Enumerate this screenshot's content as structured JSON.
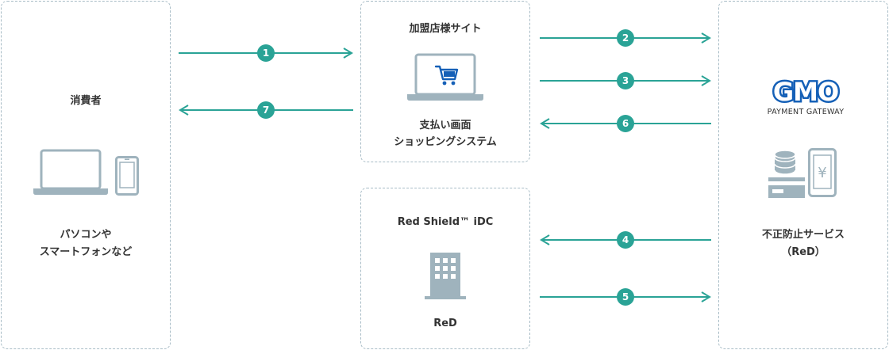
{
  "consumer": {
    "title": "消費者",
    "caption_line1": "パソコンや",
    "caption_line2": "スマートフォンなど"
  },
  "merchant": {
    "title": "加盟店様サイト",
    "caption_line1": "支払い画面",
    "caption_line2": "ショッピングシステム"
  },
  "idc": {
    "title": "Red Shield™ iDC",
    "caption": "ReD"
  },
  "gmo": {
    "logo_text": "GMO",
    "logo_sub": "PAYMENT GATEWAY",
    "caption_line1": "不正防止サービス",
    "caption_line2": "（ReD）"
  },
  "steps": [
    "1",
    "2",
    "3",
    "4",
    "5",
    "6",
    "7"
  ],
  "colors": {
    "accent": "#2aa396",
    "icon": "#9fb3bd",
    "border": "#a8bcc6",
    "logo_blue": "#1560b7"
  },
  "icons": {
    "laptop_cart": "laptop-cart-icon",
    "laptop": "laptop-icon",
    "phone": "smartphone-icon",
    "building": "building-icon",
    "coins": "coin-stack-icon",
    "card": "credit-card-icon",
    "yen_phone": "yen-phone-icon"
  }
}
